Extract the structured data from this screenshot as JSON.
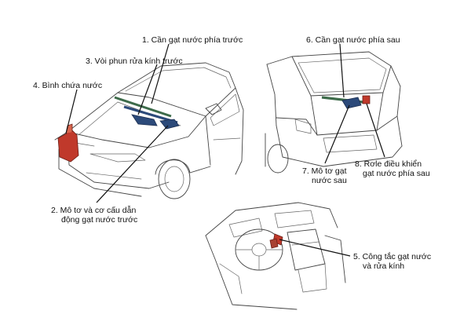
{
  "labels": {
    "l1": "1. Cần gạt nước phía trước",
    "l2a": "2. Mô tơ và cơ cấu dẫn",
    "l2b": "động gạt nước trước",
    "l3": "3. Vòi phun rửa kính trước",
    "l4": "4. Bình chứa nước",
    "l5a": "5. Công tắc gạt nước",
    "l5b": "và rửa kính",
    "l6": "6. Cần gạt nước phía sau",
    "l7a": "7. Mô tơ gạt",
    "l7b": "nước sau",
    "l8a": "8. Rơle điều khiển",
    "l8b": "gạt nước phía sau"
  },
  "colors": {
    "line_art": "#444444",
    "part_red": "#c0392b",
    "part_blue": "#2c4a7a",
    "part_green": "#3d6b4a",
    "leader": "#111111"
  }
}
